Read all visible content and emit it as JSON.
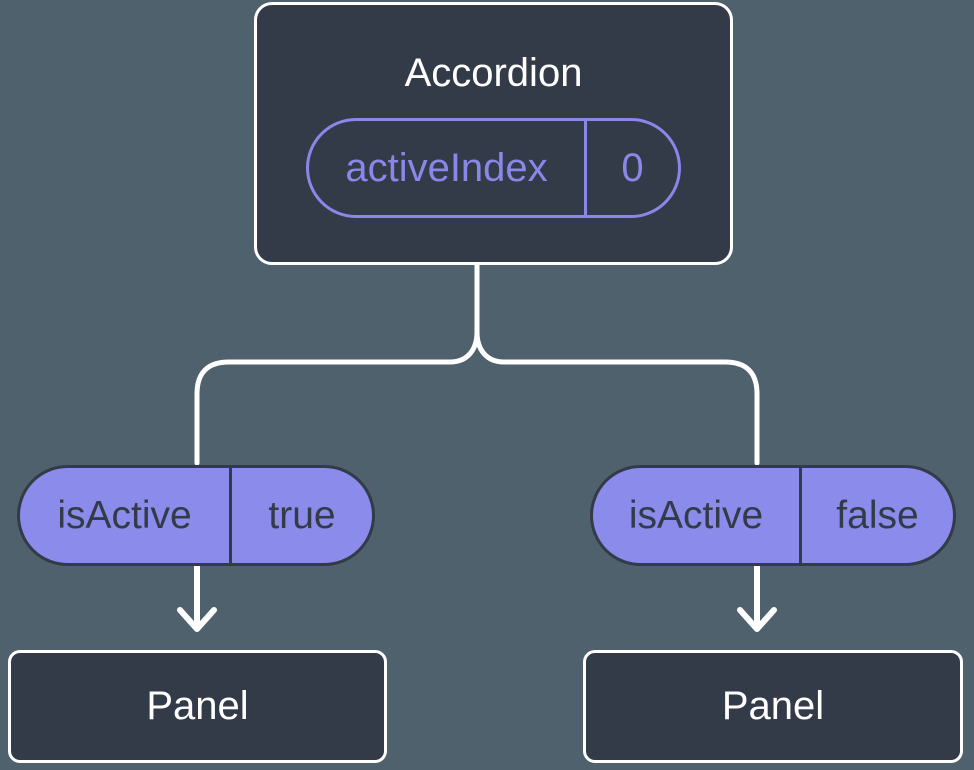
{
  "root_node": {
    "title": "Accordion",
    "state": {
      "name": "activeIndex",
      "value": "0"
    }
  },
  "left_branch": {
    "prop_name": "isActive",
    "prop_value": "true",
    "node_title": "Panel"
  },
  "right_branch": {
    "prop_name": "isActive",
    "prop_value": "false",
    "node_title": "Panel"
  },
  "colors": {
    "background": "#4E616C",
    "node_fill": "#343B48",
    "node_border": "#FFFFFF",
    "purple_fill": "#8B8BEC",
    "purple_stroke": "#8987E8",
    "dark_text": "#343B48",
    "connector": "#FFFFFF"
  }
}
